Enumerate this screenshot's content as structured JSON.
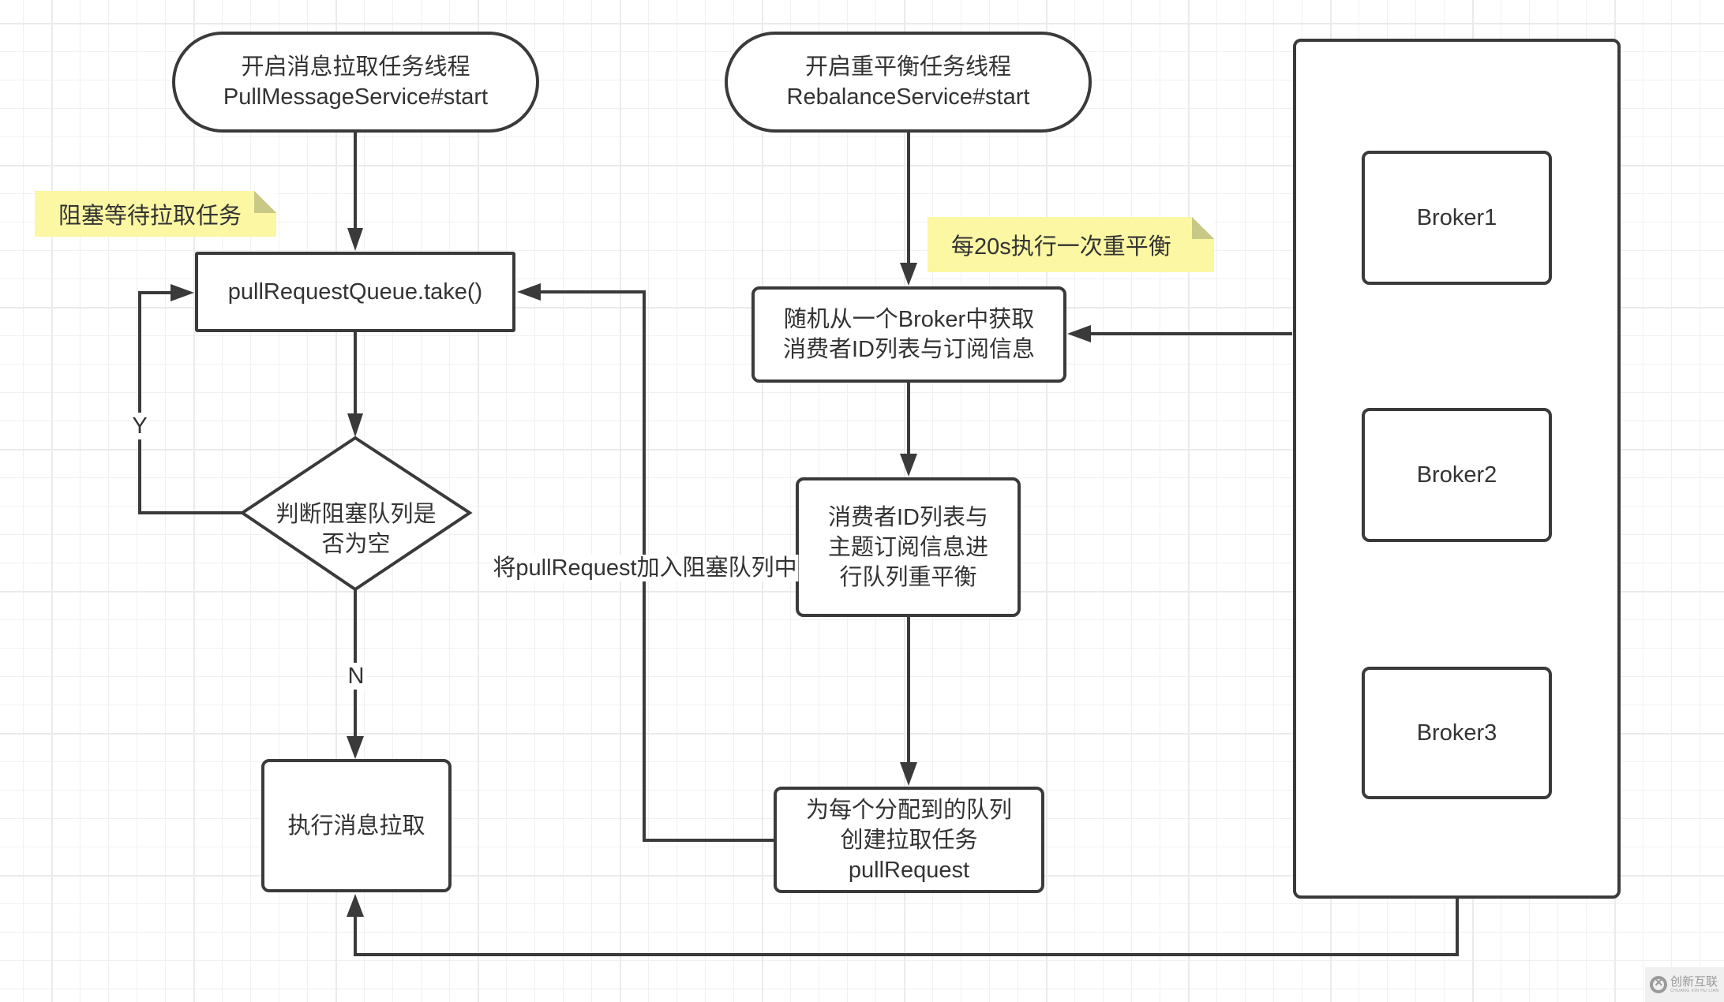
{
  "diagram": {
    "nodes": {
      "start_pull": {
        "label": "开启消息拉取任务线程\nPullMessageService#start"
      },
      "start_rebalance": {
        "label": "开启重平衡任务线程\nRebalanceService#start"
      },
      "queue_take": {
        "label": "pullRequestQueue.take()"
      },
      "decision_empty": {
        "label": "判断阻塞队列是\n否为空"
      },
      "execute_pull": {
        "label": "执行消息拉取"
      },
      "fetch_consumer_ids": {
        "label": "随机从一个Broker中获取\n消费者ID列表与订阅信息"
      },
      "rebalance_queues": {
        "label": "消费者ID列表与\n主题订阅信息进\n行队列重平衡"
      },
      "create_pull_request": {
        "label": "为每个分配到的队列\n创建拉取任务\npullRequest"
      },
      "broker_cluster": {
        "label": ""
      },
      "brokers": [
        {
          "label": "Broker1"
        },
        {
          "label": "Broker2"
        },
        {
          "label": "Broker3"
        }
      ]
    },
    "notes": {
      "block_wait": "阻塞等待拉取任务",
      "every_20s": "每20s执行一次重平衡"
    },
    "edge_labels": {
      "yes": "Y",
      "no": "N",
      "enqueue": "将pullRequest加入阻塞队列中"
    },
    "edges": [
      {
        "from": "start_pull",
        "to": "queue_take"
      },
      {
        "from": "queue_take",
        "to": "decision_empty"
      },
      {
        "from": "decision_empty",
        "to": "queue_take",
        "label": "Y"
      },
      {
        "from": "decision_empty",
        "to": "execute_pull",
        "label": "N"
      },
      {
        "from": "start_rebalance",
        "to": "fetch_consumer_ids"
      },
      {
        "from": "broker_cluster",
        "to": "fetch_consumer_ids"
      },
      {
        "from": "fetch_consumer_ids",
        "to": "rebalance_queues"
      },
      {
        "from": "rebalance_queues",
        "to": "create_pull_request"
      },
      {
        "from": "create_pull_request",
        "to": "queue_take",
        "label": "将pullRequest加入阻塞队列中"
      },
      {
        "from": "broker_cluster",
        "to": "execute_pull"
      }
    ],
    "colors": {
      "stroke": "#3a3a3a",
      "text": "#333333",
      "note_fill": "#fbf7a3",
      "background": "#ffffff",
      "grid": "#ebebeb"
    }
  },
  "watermark": {
    "main": "创新互联",
    "sub": "CHUANG XIN HU LIAN"
  }
}
